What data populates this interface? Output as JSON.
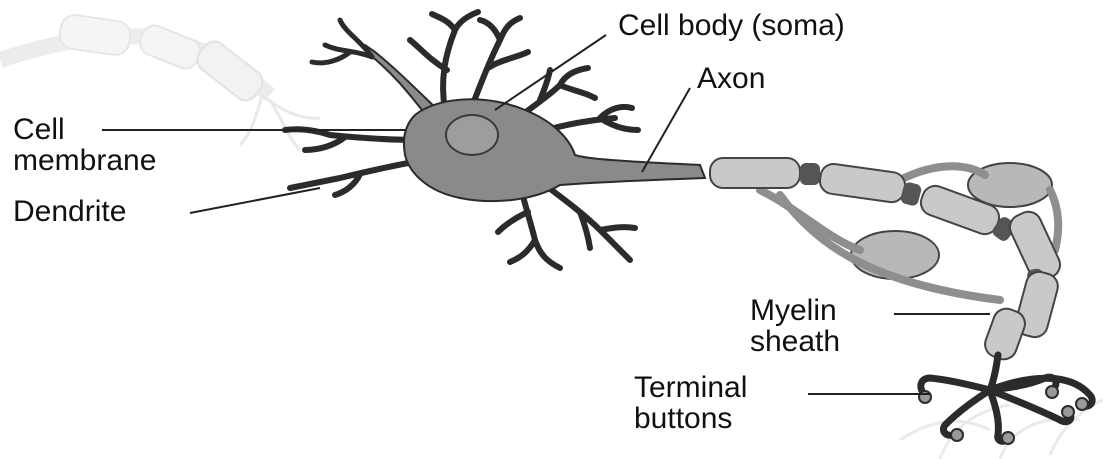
{
  "labels": {
    "cell_body": "Cell body (soma)",
    "axon": "Axon",
    "cell_membrane_line1": "Cell",
    "cell_membrane_line2": "membrane",
    "dendrite": "Dendrite",
    "myelin_sheath_line1": "Myelin",
    "myelin_sheath_line2": "sheath",
    "terminal_buttons_line1": "Terminal",
    "terminal_buttons_line2": "buttons"
  },
  "colors": {
    "cell_fill": "#8a8a8a",
    "cell_outline": "#2b2b2b",
    "myelin_fill": "#c9c9c9",
    "node_fill": "#555555",
    "schwann_fill": "#b8b8b8",
    "faded_neuron": "#e6e6e6",
    "leader_line": "#222222",
    "text": "#111111"
  }
}
